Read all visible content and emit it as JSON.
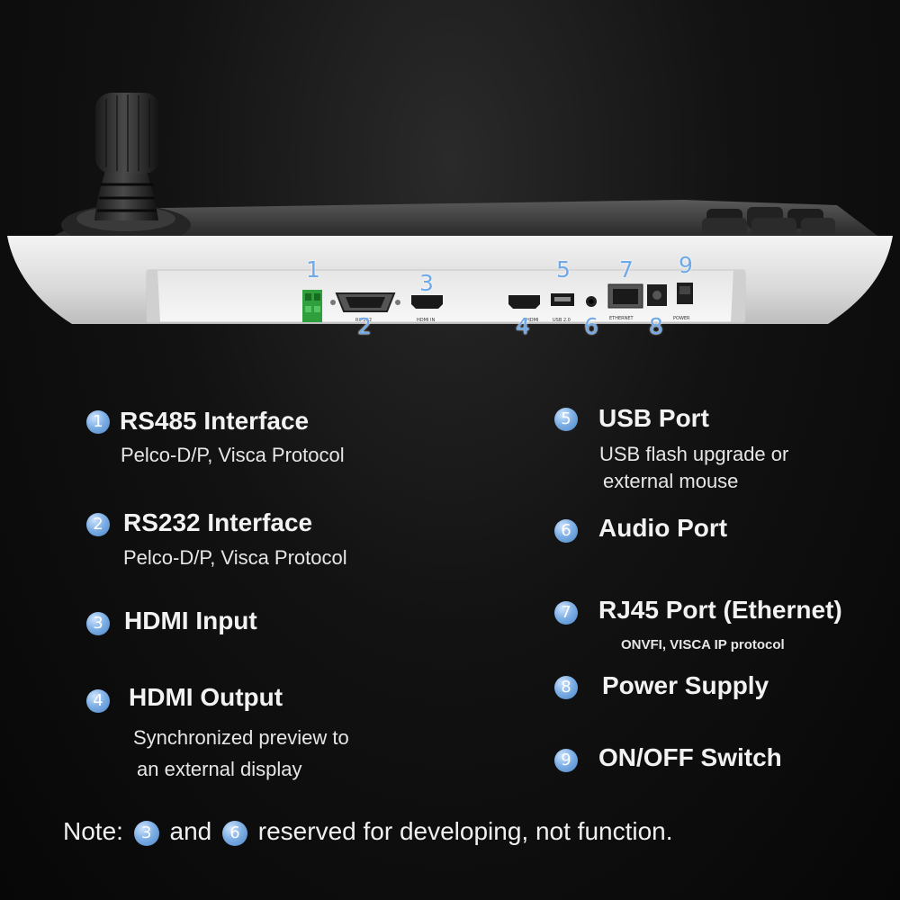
{
  "device": {
    "callouts": [
      "1",
      "2",
      "3",
      "4",
      "5",
      "6",
      "7",
      "8",
      "9"
    ],
    "port_labels": {
      "rs232": "RS-232",
      "hdmi_in": "HDMI IN",
      "hdmi_out": "HDMI",
      "usb": "USB 2.0",
      "ethernet": "ETHERNET",
      "power": "POWER"
    }
  },
  "features": [
    {
      "num": "1",
      "title": "RS485 Interface",
      "desc": [
        "Pelco-D/P, Visca Protocol"
      ]
    },
    {
      "num": "2",
      "title": "RS232 Interface",
      "desc": [
        "Pelco-D/P, Visca Protocol"
      ]
    },
    {
      "num": "3",
      "title": "HDMI Input",
      "desc": []
    },
    {
      "num": "4",
      "title": "HDMI Output",
      "desc": [
        "Synchronized preview to",
        "an external display"
      ]
    },
    {
      "num": "5",
      "title": "USB Port",
      "desc": [
        "USB flash upgrade or",
        "external mouse"
      ]
    },
    {
      "num": "6",
      "title": "Audio Port",
      "desc": []
    },
    {
      "num": "7",
      "title": "RJ45 Port (Ethernet)",
      "desc": [
        "ONVFI, VISCA IP protocol"
      ]
    },
    {
      "num": "8",
      "title": "Power Supply",
      "desc": []
    },
    {
      "num": "9",
      "title": "ON/OFF Switch",
      "desc": []
    }
  ],
  "note": {
    "prefix": "Note:",
    "first": "3",
    "middle": "and",
    "second": "6",
    "suffix": "reserved for developing, not function."
  },
  "colors": {
    "accent": "#6fa9e8",
    "background": "#0d0d0d",
    "text": "#f2f2f2"
  }
}
